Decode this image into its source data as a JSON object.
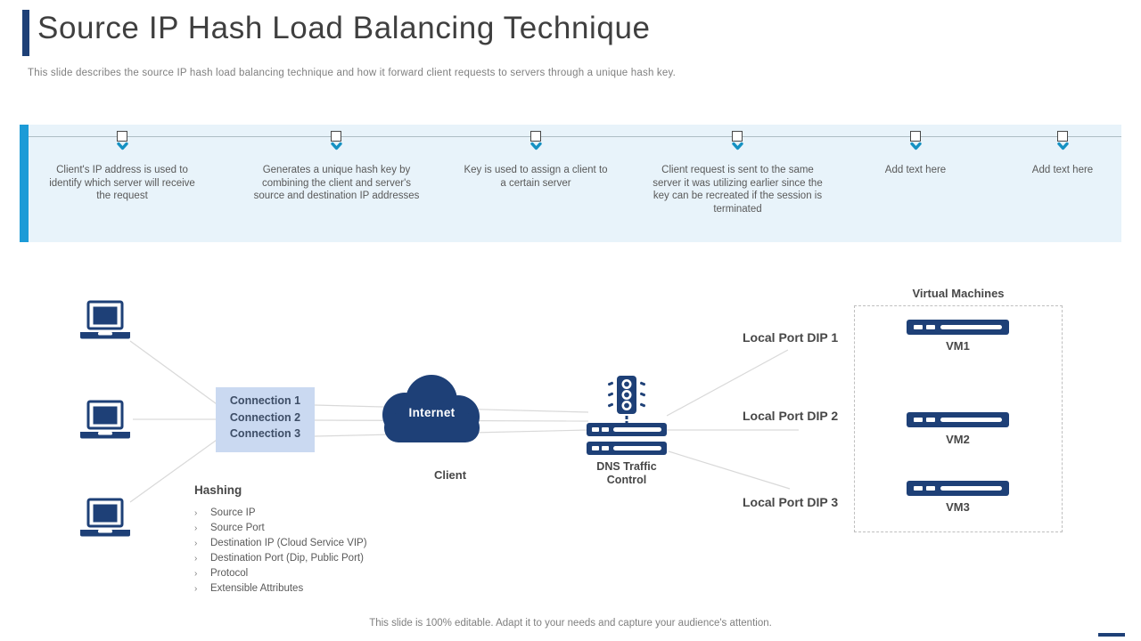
{
  "header": {
    "title": "Source IP Hash Load Balancing Technique",
    "subtitle": "This slide describes the source IP hash load balancing technique and how it forward client requests to servers through a unique hash key."
  },
  "timeline": {
    "steps": [
      {
        "text": "Client's IP address is used to identify which server will receive the request"
      },
      {
        "text": "Generates a unique hash key by combining the client and server's source and destination IP addresses"
      },
      {
        "text": "Key is used to assign a client to a certain server"
      },
      {
        "text": "Client request is sent to the same server it was utilizing earlier since the key can be recreated if the session is terminated"
      },
      {
        "text": "Add text here"
      },
      {
        "text": "Add text here"
      }
    ]
  },
  "diagram": {
    "connections": [
      "Connection 1",
      "Connection 2",
      "Connection 3"
    ],
    "internet_label": "Internet",
    "client_label": "Client",
    "hashing": {
      "title": "Hashing",
      "bullet": "›",
      "items": [
        "Source IP",
        "Source Port",
        "Destination IP (Cloud Service VIP)",
        "Destination Port (Dip, Public Port)",
        "Protocol",
        "Extensible Attributes"
      ]
    },
    "dns_label_line1": "DNS Traffic",
    "dns_label_line2": "Control",
    "local_ports": [
      "Local Port DIP 1",
      "Local Port DIP 2",
      "Local Port DIP 3"
    ],
    "vm_group_title": "Virtual Machines",
    "vm_labels": [
      "VM1",
      "VM2",
      "VM3"
    ]
  },
  "footer": {
    "note": "This slide is 100% editable. Adapt it to your needs and capture your audience's attention."
  },
  "colors": {
    "navy": "#1e4077",
    "accent_blue": "#1c9bd7",
    "chevron_blue": "#1591c2",
    "panel_bg": "#e8f3fa",
    "connection_box_bg": "#cad9f1",
    "connector_gray": "#d9d9d9",
    "title_gray": "#3f3f3f",
    "body_gray": "#595959"
  }
}
